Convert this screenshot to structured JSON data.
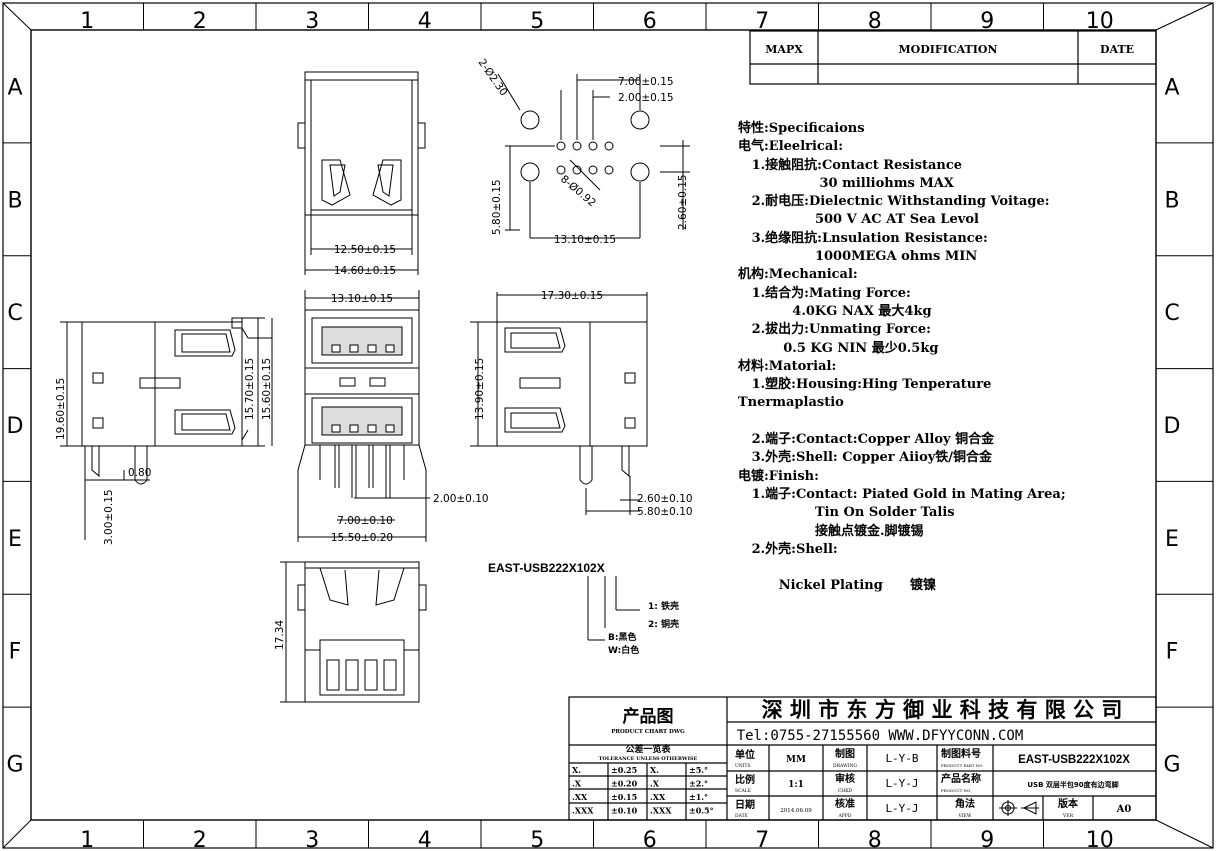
{
  "border": {
    "columns": [
      "1",
      "2",
      "3",
      "4",
      "5",
      "6",
      "7",
      "8",
      "9",
      "10"
    ],
    "rows": [
      "A",
      "B",
      "C",
      "D",
      "E",
      "F",
      "G"
    ]
  },
  "revision_table": {
    "mark": "MAPX",
    "modification": "MODIFICATION",
    "date": "DATE"
  },
  "dimensions": {
    "top_front_width_inner": "12.50±0.15",
    "top_front_width_outer": "14.60±0.15",
    "pcb_pin_dia": "2-Ø2.30",
    "pcb_pitch_big": "7.00±0.15",
    "pcb_pitch_small": "2.00±0.15",
    "pcb_pin_small_dia": "8-Ø0.92",
    "pcb_height_left": "5.80±0.15",
    "pcb_height_right": "2.60±0.15",
    "pcb_width": "13.10±0.15",
    "side_height_outer": "19.60±0.15",
    "side_tail": "3.00±0.15",
    "side_tab": "0.80",
    "front_width": "13.10±0.15",
    "front_h1": "15.70±0.15",
    "front_h2": "15.60±0.15",
    "front_pin_pitch": "2.00±0.10",
    "front_pitch_7": "7.00±0.10",
    "front_total_width": "15.50±0.20",
    "side2_width": "17.30±0.15",
    "side2_height": "13.90±0.15",
    "side2_d1": "2.60±0.10",
    "side2_d2": "5.80±0.10",
    "bottom_length": "17.34"
  },
  "part_code": {
    "code": "EAST-USB222X102X",
    "opt1": "1: 铁壳",
    "opt2": "2: 铜壳",
    "color_b": "B:黑色",
    "color_w": "W:白色"
  },
  "spec_lines": [
    "特性:Specificaions",
    "电气:Eleelrical:",
    "   1.接触阻抗:Contact Resistance",
    "                  30 milliohms MAX",
    "   2.耐电压:Dielectnic Withstanding Voitage:",
    "                 500 V AC AT Sea Levol",
    "   3.绝缘阻抗:Lnsulation Resistance:",
    "                 1000MEGA ohms MIN",
    "机构:Mechanical:",
    "   1.结合为:Mating Force:",
    "            4.0KG NAX 最大4kg",
    "   2.拔出力:Unmating Force:",
    "          0.5 KG NIN 最少0.5kg",
    "材料:Matorial:",
    "   1.塑胶:Housing:Hing Tenperature",
    "Tnermaplastio",
    "",
    "   2.端子:Contact:Copper Alloy 铜合金",
    "   3.外壳:Shell: Copper Aiioy铁/铜合金",
    "电镀:Finish:",
    "   1.端子:Contact: Piated Gold in Mating Area;",
    "                 Tin On Solder Talis",
    "                 接触点镀金.脚镀锡",
    "   2.外壳:Shell:",
    "",
    "         Nickel Plating      镀镍"
  ],
  "title_block": {
    "drawing_title": "产品图",
    "drawing_title_en": "PRODUCT CHART DWG",
    "tolerance_title": "公差一览表",
    "tolerance_en": "TOLERANCE UNLESS OTHERWISE",
    "tolerances": [
      [
        "X.",
        "±0.25",
        "X.",
        "±5.°"
      ],
      [
        ".X",
        "±0.20",
        ".X",
        "±2.°"
      ],
      [
        ".XX",
        "±0.15",
        ".XX",
        "±1.°"
      ],
      [
        ".XXX",
        "±0.10",
        ".XXX",
        "±0.5°"
      ]
    ],
    "company": "深 圳 市 东 方 御 业 科 技 有 限 公 司",
    "contact": "Tel:0755-27155560  WWW.DFYYCONN.COM",
    "unit_label": "单位",
    "unit_en": "UNITS",
    "unit_value": "MM",
    "scale_label": "比例",
    "scale_en": "SCALE",
    "scale_value": "1:1",
    "date_label": "日期",
    "date_en": "DATE",
    "date_value": "2014.06.09",
    "drawn_label": "制图",
    "drawn_en": "DRAWING",
    "drawn_value": "L-Y-B",
    "check_label": "审核",
    "check_en": "CHKD",
    "check_value": "L-Y-J",
    "approve_label": "核准",
    "approve_en": "APPD",
    "approve_value": "L-Y-J",
    "partno_label": "制图料号",
    "partno_en": "PRODUCT PART NO.",
    "partno_value": "EAST-USB222X102X",
    "name_label": "产品名称",
    "name_en": "PRODUCT NO.",
    "name_value": "USB 双层半包90度有边弯脚",
    "view_label": "角法",
    "view_en": "VIEW",
    "version_label": "版本",
    "version_en": "VER",
    "version_value": "A0"
  }
}
